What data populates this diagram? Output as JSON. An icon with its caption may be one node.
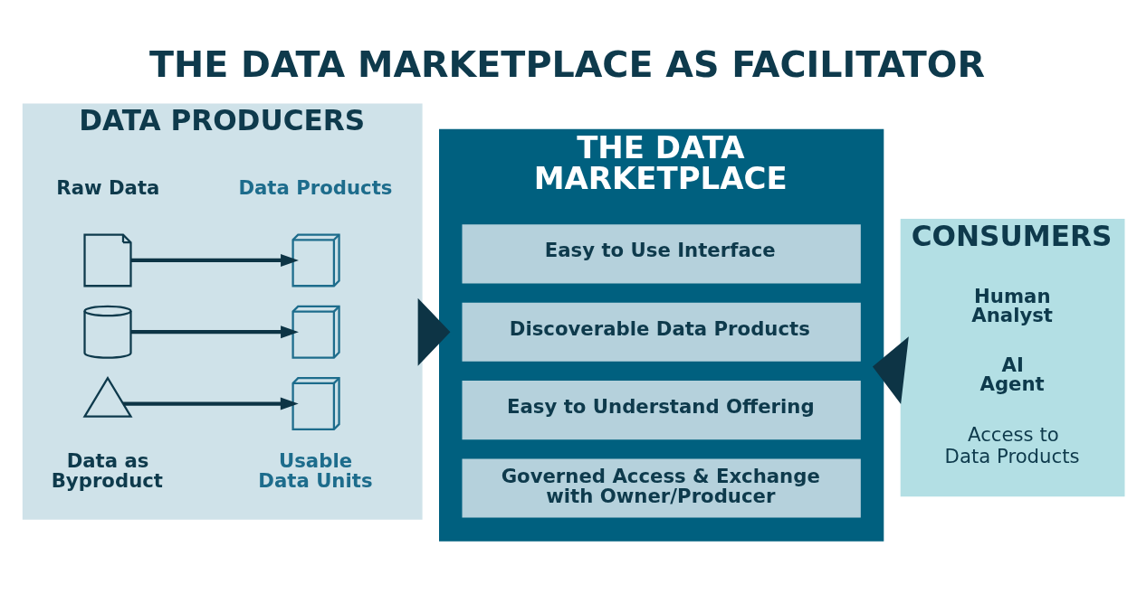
{
  "diagram": {
    "title": "THE DATA MARKETPLACE AS FACILITATOR",
    "nodes": [
      {
        "text": [
          "DATA PRODUCERS"
        ]
      },
      {
        "text": [],
        "shape": "document",
        "in": 0
      },
      {
        "text": [],
        "shape": "cube",
        "in": 0
      },
      {
        "text": [],
        "shape": "cylinder",
        "in": 0
      },
      {
        "text": [],
        "shape": "cube",
        "in": 0
      },
      {
        "text": [],
        "shape": "antenna",
        "in": 0
      },
      {
        "text": [],
        "shape": "cube",
        "in": 0
      },
      {
        "text": [
          "THE DATA MARKETPLACE"
        ]
      },
      {
        "text": [
          "Easy to Use Interface"
        ],
        "in": 7
      },
      {
        "text": [
          "Discoverable Data Products"
        ],
        "in": 7
      },
      {
        "text": [
          "Easy to Understand Offering"
        ],
        "in": 7
      },
      {
        "text": [
          "Governed Access & Exchange with Owner/Producer"
        ],
        "in": 7
      },
      {
        "text": [
          "CONSUMERS"
        ]
      },
      {
        "text": [
          "Human Analyst"
        ],
        "in": 12
      },
      {
        "text": [
          "AI Agent"
        ],
        "in": 12
      }
    ],
    "edges": [
      {
        "from": 1,
        "to": 2,
        "arrow": "to"
      },
      {
        "from": 3,
        "to": 4,
        "arrow": "to"
      },
      {
        "from": 5,
        "to": 6,
        "arrow": "to"
      },
      {
        "from": 0,
        "to": 7,
        "arrow": "to",
        "style": "thick"
      },
      {
        "from": 12,
        "to": 7,
        "arrow": "to",
        "style": "thick"
      }
    ],
    "labels": [
      "Raw Data",
      "Data Products",
      "Data as Byproduct",
      "Usable Data Units",
      "Access to Data Products"
    ]
  }
}
